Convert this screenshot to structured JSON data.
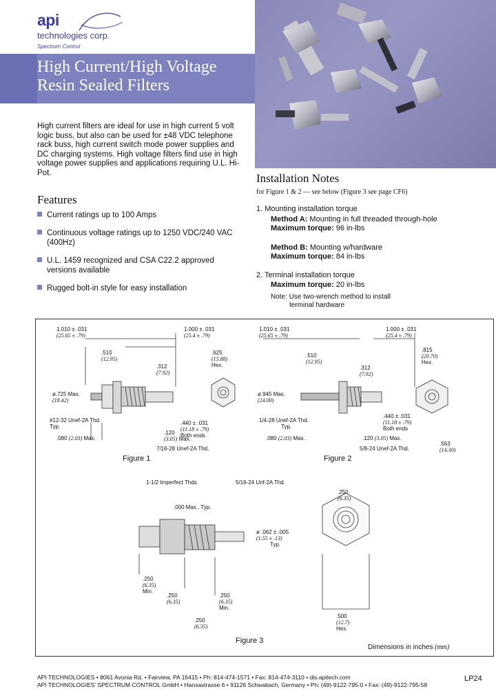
{
  "header": {
    "logo_api": "api",
    "logo_company": "technologies corp.",
    "logo_division": "Spectrum Control",
    "title_line1": "High Current/High Voltage",
    "title_line2": "Resin Sealed Filters"
  },
  "intro": "High current filters are ideal for use in high current 5 volt logic buss, but also can be used for ±48 VDC telephone rack buss, high current switch mode power supplies and DC charging systems. High voltage filters find use in high voltage power supplies and applications requiring U.L. Hi-Pot.",
  "features": {
    "heading": "Features",
    "items": [
      "Current ratings up to 100 Amps",
      "Continuous voltage ratings up to 1250 VDC/240 VAC (400Hz)",
      "U.L. 1459 recognized and CSA C22.2 approved versions available",
      "Rugged bolt-in style for easy installation"
    ]
  },
  "install": {
    "heading": "Installation Notes",
    "subheading": "for Figure 1 & 2 — see below (Figure 3 see page CF6)",
    "item1": "1. Mounting installation torque",
    "methodA_label": "Method A:",
    "methodA_text": " Mounting in full threaded through-hole",
    "maxA_label": "Maximum torque:",
    "maxA_text": " 96 in-lbs",
    "methodB_label": "Method B:",
    "methodB_text": " Mounting w/hardware",
    "maxB_label": "Maximum torque:",
    "maxB_text": " 84 in-lbs",
    "item2": "2. Terminal installation torque",
    "max2_label": "Maximum torque:",
    "max2_text": " 20 in-lbs",
    "note1": "Note: Use two-wrench method to install",
    "note2": "terminal hardware"
  },
  "figure1": {
    "label": "Figure 1",
    "d1": "1.010 ± .031",
    "d1m": "(25.65 ± .79)",
    "d2": "1.000 ± .031",
    "d2m": "(25.4 ± .79)",
    "d3": ".510",
    "d3m": "(12.95)",
    "d4": ".312",
    "d4m": "(7.92)",
    "d5": ".625",
    "d5m": "(15.88)",
    "d5h": "Hex.",
    "d6": "ø.725 Max.",
    "d6m": "(18.42)",
    "d7": "#12-32 Unef-2A Thd.",
    "d7b": "Typ.",
    "d8": ".440 ± .031",
    "d8m": "(11.18 ± .79)",
    "d8b": "Both ends",
    "d9": ".120",
    "d9m": "(3.05)",
    "d9x": " Max.",
    "d10": ".080",
    "d10m": "(2.03)",
    "d10x": " Max.",
    "d11": "7/16-28 Unef-2A Thd."
  },
  "figure2": {
    "label": "Figure 2",
    "d1": "1.010 ± .031",
    "d1m": "(25.65 ± .79)",
    "d2": "1.000 ± .031",
    "d2m": "(25.4 ± .79)",
    "d3": ".510",
    "d3m": "(12.95)",
    "d4": ".312",
    "d4m": "(7.92)",
    "d5": ".815",
    "d5m": "(20.70)",
    "d5h": "Hex.",
    "d6": "ø.945 Max.",
    "d6m": "(24.00)",
    "d7": "1/4-28 Unef-2A Thd.",
    "d7b": "Typ.",
    "d8": ".440 ± .031",
    "d8m": "(11.18 ± .79)",
    "d8b": "Both ends",
    "d9": ".120",
    "d9m": "(3.05)",
    "d9x": " Max.",
    "d10": ".080",
    "d10m": "(2.03)",
    "d10x": " Max.",
    "d11": "5/8-24 Unef-2A Thd.",
    "d12": ".563",
    "d12m": "(14.30)"
  },
  "figure3": {
    "label": "Figure 3",
    "d1": "1-1/2 Imperfect Thds.",
    "d2": "5/16-24 Unf-2A Thd.",
    "d3": ".000 Max., Typ.",
    "d4": "ø .062 ± .005",
    "d4m": "(1.55 ± .13)",
    "d4b": "Typ.",
    "d5": ".250",
    "d5m": "(6.35)",
    "d6": ".250",
    "d6m": "(6.35)",
    "d6b": "Min.",
    "d7": ".250",
    "d7m": "(6.35)",
    "d8": ".250",
    "d8m": "(6.35)",
    "d8b": "Min.",
    "d9": ".250",
    "d9m": "(6.35)",
    "d10": ".500",
    "d10m": "(12.7)",
    "d10b": "Hex.",
    "dims": "Dimensions in inches",
    "dims_mm": " (mm)"
  },
  "footer": {
    "line1": "API TECHNOLOGIES • 8061 Avonia Rd. • Fairview, PA 16415 • Ph: 814-474-1571 • Fax: 814-474-3110 • dis.apitech.com",
    "line2": "API TECHNOLOGIES' SPECTRUM CONTROL GmbH • Hansastrasse 6 • 91126 Schwabach, Germany • Ph: (49)-9122-795-0 • Fax: (49)-9122-795-58",
    "page": "LP24"
  },
  "colors": {
    "brand": "#3b3f9e",
    "banner": "#7d82bf",
    "photo_bg": "#8a88b8"
  }
}
